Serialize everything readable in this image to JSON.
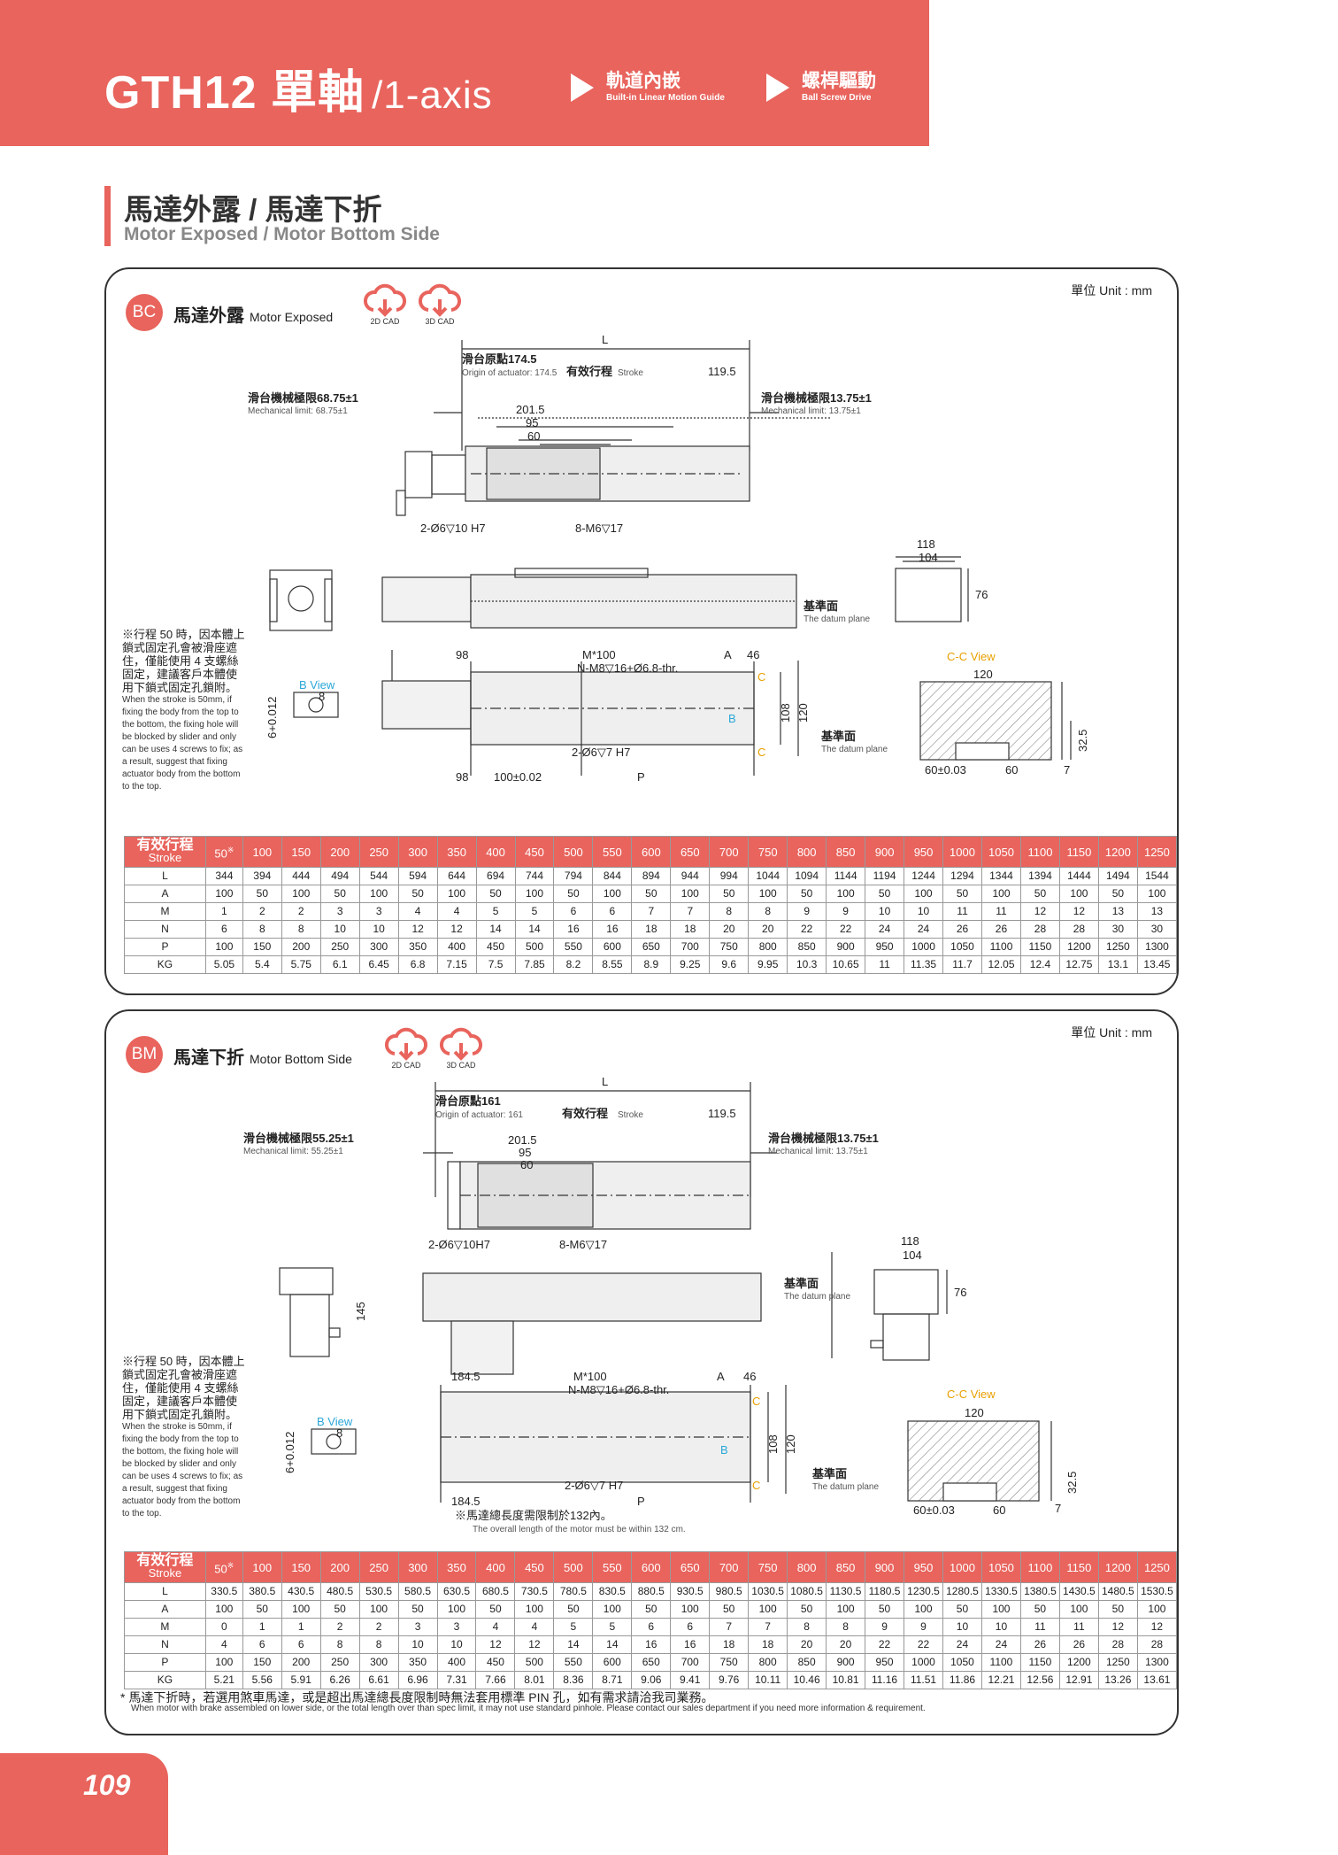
{
  "header": {
    "model": "GTH12",
    "axis_zh": "單軸",
    "axis_en": "/1-axis",
    "feature1_zh": "軌道內嵌",
    "feature1_en": "Built-in Linear Motion Guide",
    "feature2_zh": "螺桿驅動",
    "feature2_en": "Ball Screw Drive"
  },
  "section": {
    "title_zh": "馬達外露 / 馬達下折",
    "title_en": "Motor Exposed / Motor Bottom Side"
  },
  "bc": {
    "badge": "BC",
    "title_zh": "馬達外露",
    "title_en": "Motor Exposed",
    "cad2d": "2D CAD",
    "cad3d": "3D CAD",
    "unit": "單位 Unit : mm",
    "dim": {
      "L": "L",
      "origin": "滑台原點174.5",
      "origin_en": "Origin of actuator: 174.5",
      "stroke": "有效行程",
      "stroke_en": "Stroke",
      "d1195": "119.5",
      "mech_l": "滑台機械極限68.75±1",
      "mech_l_en": "Mechanical limit: 68.75±1",
      "mech_r": "滑台機械極限13.75±1",
      "mech_r_en": "Mechanical limit: 13.75±1",
      "d2015": "201.5",
      "d95": "95",
      "d60": "60",
      "hole1": "2-Ø6▽10 H7",
      "hole2": "8-M6▽17",
      "d118": "118",
      "d104": "104",
      "d76": "76",
      "datum": "基準面",
      "datum_en": "The datum plane",
      "d98": "98",
      "m100": "M*100",
      "a": "A",
      "d46": "46",
      "nm8": "N-M8▽16+Ø6.8-thr.",
      "bview": "B View",
      "d8": "8",
      "tol": "6+0.012",
      "d108": "108",
      "d120": "120",
      "c": "C",
      "b": "B",
      "hole3": "2-Ø6▽7 H7",
      "d98b": "98",
      "d100": "100±0.02",
      "p": "P",
      "ccview": "C-C View",
      "d120b": "120",
      "d325": "32.5",
      "d6003": "60±0.03",
      "d60b": "60",
      "d7": "7"
    },
    "note_zh": "※行程 50 時，因本體上鎖式固定孔會被滑座遮住，僅能使用 4 支螺絲固定，建議客戶本體使用下鎖式固定孔鎖附。",
    "note_en": "When the stroke is 50mm, if fixing the body from the top to the bottom, the fixing hole will be blocked by slider and only can be uses 4 screws to fix; as a result, suggest that fixing actuator body from the bottom to the top.",
    "table": {
      "hdr_zh": "有效行程",
      "hdr_en": "Stroke",
      "s50": "50",
      "mark": "※",
      "strokes": [
        "100",
        "150",
        "200",
        "250",
        "300",
        "350",
        "400",
        "450",
        "500",
        "550",
        "600",
        "650",
        "700",
        "750",
        "800",
        "850",
        "900",
        "950",
        "1000",
        "1050",
        "1100",
        "1150",
        "1200",
        "1250"
      ],
      "rows": [
        {
          "k": "L",
          "v": [
            "344",
            "394",
            "444",
            "494",
            "544",
            "594",
            "644",
            "694",
            "744",
            "794",
            "844",
            "894",
            "944",
            "994",
            "1044",
            "1094",
            "1144",
            "1194",
            "1244",
            "1294",
            "1344",
            "1394",
            "1444",
            "1494",
            "1544"
          ]
        },
        {
          "k": "A",
          "v": [
            "100",
            "50",
            "100",
            "50",
            "100",
            "50",
            "100",
            "50",
            "100",
            "50",
            "100",
            "50",
            "100",
            "50",
            "100",
            "50",
            "100",
            "50",
            "100",
            "50",
            "100",
            "50",
            "100",
            "50",
            "100"
          ]
        },
        {
          "k": "M",
          "v": [
            "1",
            "2",
            "2",
            "3",
            "3",
            "4",
            "4",
            "5",
            "5",
            "6",
            "6",
            "7",
            "7",
            "8",
            "8",
            "9",
            "9",
            "10",
            "10",
            "11",
            "11",
            "12",
            "12",
            "13",
            "13"
          ]
        },
        {
          "k": "N",
          "v": [
            "6",
            "8",
            "8",
            "10",
            "10",
            "12",
            "12",
            "14",
            "14",
            "16",
            "16",
            "18",
            "18",
            "20",
            "20",
            "22",
            "22",
            "24",
            "24",
            "26",
            "26",
            "28",
            "28",
            "30",
            "30"
          ]
        },
        {
          "k": "P",
          "v": [
            "100",
            "150",
            "200",
            "250",
            "300",
            "350",
            "400",
            "450",
            "500",
            "550",
            "600",
            "650",
            "700",
            "750",
            "800",
            "850",
            "900",
            "950",
            "1000",
            "1050",
            "1100",
            "1150",
            "1200",
            "1250",
            "1300"
          ]
        },
        {
          "k": "KG",
          "v": [
            "5.05",
            "5.4",
            "5.75",
            "6.1",
            "6.45",
            "6.8",
            "7.15",
            "7.5",
            "7.85",
            "8.2",
            "8.55",
            "8.9",
            "9.25",
            "9.6",
            "9.95",
            "10.3",
            "10.65",
            "11",
            "11.35",
            "11.7",
            "12.05",
            "12.4",
            "12.75",
            "13.1",
            "13.45"
          ]
        }
      ]
    }
  },
  "bm": {
    "badge": "BM",
    "title_zh": "馬達下折",
    "title_en": "Motor Bottom Side",
    "cad2d": "2D CAD",
    "cad3d": "3D CAD",
    "unit": "單位 Unit : mm",
    "dim": {
      "L": "L",
      "origin": "滑台原點161",
      "origin_en": "Origin of actuator: 161",
      "stroke": "有效行程",
      "stroke_en": "Stroke",
      "d1195": "119.5",
      "mech_l": "滑台機械極限55.25±1",
      "mech_l_en": "Mechanical limit: 55.25±1",
      "mech_r": "滑台機械極限13.75±1",
      "mech_r_en": "Mechanical limit: 13.75±1",
      "d2015": "201.5",
      "d95": "95",
      "d60": "60",
      "hole1": "2-Ø6▽10H7",
      "hole2": "8-M6▽17",
      "d118": "118",
      "d104": "104",
      "d76": "76",
      "d145": "145",
      "datum": "基準面",
      "datum_en": "The datum plane",
      "d1845": "184.5",
      "m100": "M*100",
      "a": "A",
      "d46": "46",
      "nm8": "N-M8▽16+Ø6.8-thr.",
      "bview": "B View",
      "d8": "8",
      "tol": "6+0.012",
      "d108": "108",
      "d120": "120",
      "c": "C",
      "b": "B",
      "hole3": "2-Ø6▽7 H7",
      "d1845b": "184.5",
      "p": "P",
      "limit_zh": "※馬達總長度需限制於132內。",
      "limit_en": "The overall length of the motor must be within 132 cm.",
      "ccview": "C-C View",
      "d120b": "120",
      "d325": "32.5",
      "d6003": "60±0.03",
      "d60b": "60",
      "d7": "7"
    },
    "note_zh": "※行程 50 時，因本體上鎖式固定孔會被滑座遮住，僅能使用 4 支螺絲固定，建議客戶本體使用下鎖式固定孔鎖附。",
    "note_en": "When the stroke is 50mm, if fixing the body from the top to the bottom, the fixing hole will be blocked by slider and only can be uses 4 screws to fix; as a result, suggest that fixing actuator body from the bottom to the top.",
    "table": {
      "hdr_zh": "有效行程",
      "hdr_en": "Stroke",
      "s50": "50",
      "mark": "※",
      "strokes": [
        "100",
        "150",
        "200",
        "250",
        "300",
        "350",
        "400",
        "450",
        "500",
        "550",
        "600",
        "650",
        "700",
        "750",
        "800",
        "850",
        "900",
        "950",
        "1000",
        "1050",
        "1100",
        "1150",
        "1200",
        "1250"
      ],
      "rows": [
        {
          "k": "L",
          "v": [
            "330.5",
            "380.5",
            "430.5",
            "480.5",
            "530.5",
            "580.5",
            "630.5",
            "680.5",
            "730.5",
            "780.5",
            "830.5",
            "880.5",
            "930.5",
            "980.5",
            "1030.5",
            "1080.5",
            "1130.5",
            "1180.5",
            "1230.5",
            "1280.5",
            "1330.5",
            "1380.5",
            "1430.5",
            "1480.5",
            "1530.5"
          ]
        },
        {
          "k": "A",
          "v": [
            "100",
            "50",
            "100",
            "50",
            "100",
            "50",
            "100",
            "50",
            "100",
            "50",
            "100",
            "50",
            "100",
            "50",
            "100",
            "50",
            "100",
            "50",
            "100",
            "50",
            "100",
            "50",
            "100",
            "50",
            "100"
          ]
        },
        {
          "k": "M",
          "v": [
            "0",
            "1",
            "1",
            "2",
            "2",
            "3",
            "3",
            "4",
            "4",
            "5",
            "5",
            "6",
            "6",
            "7",
            "7",
            "8",
            "8",
            "9",
            "9",
            "10",
            "10",
            "11",
            "11",
            "12",
            "12"
          ]
        },
        {
          "k": "N",
          "v": [
            "4",
            "6",
            "6",
            "8",
            "8",
            "10",
            "10",
            "12",
            "12",
            "14",
            "14",
            "16",
            "16",
            "18",
            "18",
            "20",
            "20",
            "22",
            "22",
            "24",
            "24",
            "26",
            "26",
            "28",
            "28"
          ]
        },
        {
          "k": "P",
          "v": [
            "100",
            "150",
            "200",
            "250",
            "300",
            "350",
            "400",
            "450",
            "500",
            "550",
            "600",
            "650",
            "700",
            "750",
            "800",
            "850",
            "900",
            "950",
            "1000",
            "1050",
            "1100",
            "1150",
            "1200",
            "1250",
            "1300"
          ]
        },
        {
          "k": "KG",
          "v": [
            "5.21",
            "5.56",
            "5.91",
            "6.26",
            "6.61",
            "6.96",
            "7.31",
            "7.66",
            "8.01",
            "8.36",
            "8.71",
            "9.06",
            "9.41",
            "9.76",
            "10.11",
            "10.46",
            "10.81",
            "11.16",
            "11.51",
            "11.86",
            "12.21",
            "12.56",
            "12.91",
            "13.26",
            "13.61"
          ]
        }
      ]
    }
  },
  "footnote_zh": "* 馬達下折時，若選用煞車馬達，或是超出馬達總長度限制時無法套用標準 PIN 孔，如有需求請洽我司業務。",
  "footnote_en": "When motor with brake assembled on lower side, or the total length over than spec limit, it may not use standard pinhole. Please contact our sales department if you need more information & requirement.",
  "page_number": "109",
  "colors": {
    "accent": "#e8645d"
  }
}
